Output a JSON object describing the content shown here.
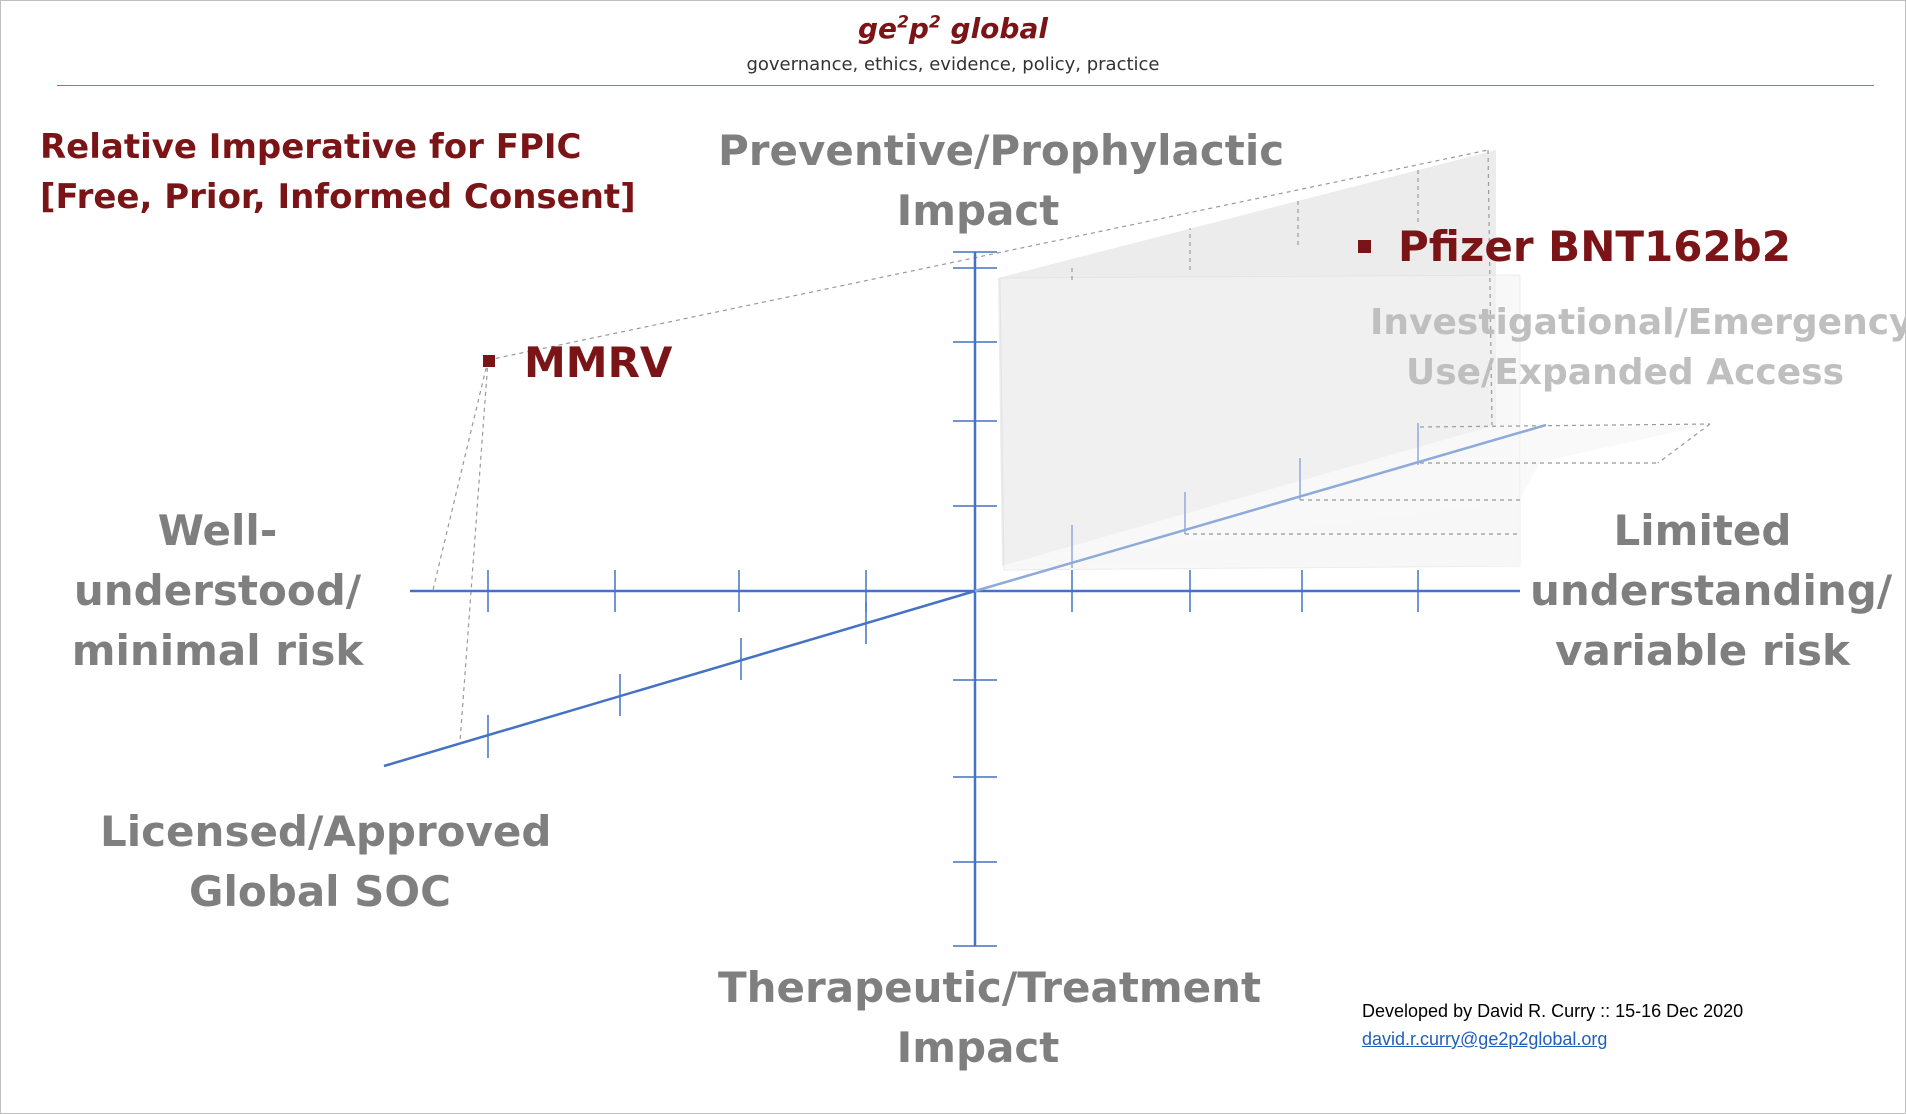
{
  "header": {
    "brand_main": "ge",
    "brand_sup1": "2",
    "brand_mid": "p",
    "brand_sup2": "2",
    "brand_tail": " global",
    "tagline": "governance, ethics, evidence, policy, practice"
  },
  "title": {
    "line1": "Relative Imperative for FPIC",
    "line2": "[Free, Prior, Informed Consent]"
  },
  "axes": {
    "top": {
      "line1": "Preventive/Prophylactic",
      "line2": "Impact"
    },
    "bottom": {
      "line1": "Therapeutic/Treatment",
      "line2": "Impact"
    },
    "left": {
      "line1": "Well-",
      "line2": "understood/",
      "line3": "minimal risk"
    },
    "right": {
      "line1": "Limited",
      "line2": "understanding/",
      "line3": "variable risk"
    },
    "depth_near": {
      "line1": "Licensed/Approved",
      "line2": "Global SOC"
    },
    "depth_far": {
      "line1": "Investigational/Emergency",
      "line2": "Use/Expanded Access"
    }
  },
  "points": [
    {
      "label": "MMRV"
    },
    {
      "label": "Pfizer BNT162b2"
    }
  ],
  "credit": {
    "text": "Developed by David R. Curry :: 15-16 Dec 2020",
    "email": "david.r.curry@ge2p2global.org"
  },
  "colors": {
    "axis": "#4472c4",
    "accent": "#7b1416",
    "label_gray": "#7f7f7f",
    "ghost_gray": "#bfbfbf"
  }
}
